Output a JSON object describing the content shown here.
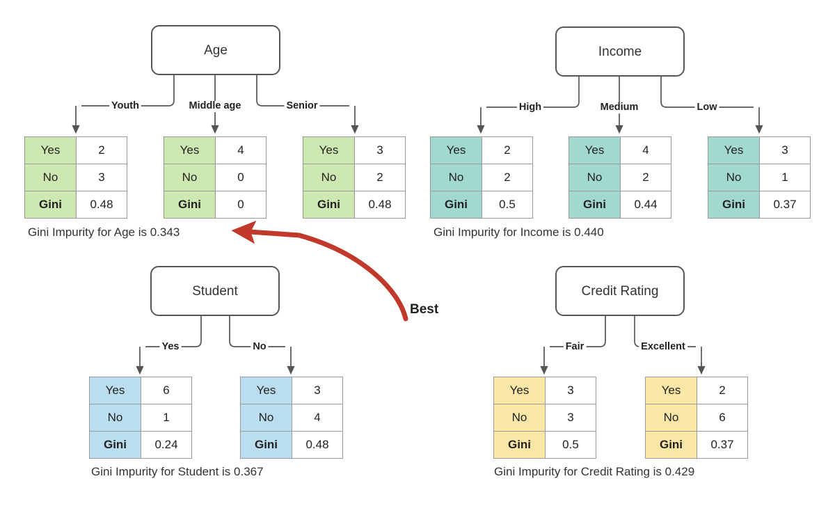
{
  "diagram": {
    "title_present": false,
    "colors": {
      "green": "#cee8b2",
      "teal": "#a2d9ce",
      "blue": "#badeef",
      "yellow": "#fae7a6",
      "node_border": "#555555",
      "connector": "#555555",
      "best_arrow": "#c0392b",
      "text": "#333333"
    },
    "row_labels": [
      "Yes",
      "No",
      "Gini"
    ]
  },
  "annotation": {
    "best_label": "Best",
    "arrow_icon": "curved-arrow-icon"
  },
  "groups": [
    {
      "id": "age",
      "node_label": "Age",
      "palette": "green",
      "caption": "Gini Impurity for Age is 0.343",
      "gini_total": 0.343,
      "branches": [
        {
          "edge_label": "Youth",
          "yes": 2,
          "no": 3,
          "gini": "0.48"
        },
        {
          "edge_label": "Middle age",
          "yes": 4,
          "no": 0,
          "gini": "0"
        },
        {
          "edge_label": "Senior",
          "yes": 3,
          "no": 2,
          "gini": "0.48"
        }
      ]
    },
    {
      "id": "income",
      "node_label": "Income",
      "palette": "teal",
      "caption": "Gini Impurity for Income is 0.440",
      "gini_total": 0.44,
      "branches": [
        {
          "edge_label": "High",
          "yes": 2,
          "no": 2,
          "gini": "0.5"
        },
        {
          "edge_label": "Medium",
          "yes": 4,
          "no": 2,
          "gini": "0.44"
        },
        {
          "edge_label": "Low",
          "yes": 3,
          "no": 1,
          "gini": "0.37"
        }
      ]
    },
    {
      "id": "student",
      "node_label": "Student",
      "palette": "blue",
      "caption": "Gini Impurity for Student is 0.367",
      "gini_total": 0.367,
      "branches": [
        {
          "edge_label": "Yes",
          "yes": 6,
          "no": 1,
          "gini": "0.24"
        },
        {
          "edge_label": "No",
          "yes": 3,
          "no": 4,
          "gini": "0.48"
        }
      ]
    },
    {
      "id": "credit",
      "node_label": "Credit Rating",
      "palette": "yellow",
      "caption": "Gini Impurity for Credit Rating is 0.429",
      "gini_total": 0.429,
      "branches": [
        {
          "edge_label": "Fair",
          "yes": 3,
          "no": 3,
          "gini": "0.5"
        },
        {
          "edge_label": "Excellent",
          "yes": 2,
          "no": 6,
          "gini": "0.37"
        }
      ]
    }
  ]
}
